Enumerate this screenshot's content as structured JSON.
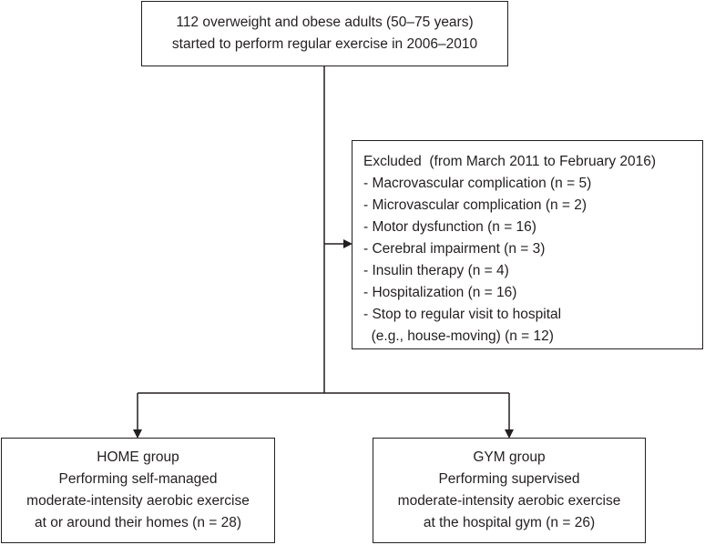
{
  "top_box": {
    "lines": [
      "112 overweight and obese adults (50–75 years)",
      "started to perform regular exercise in 2006–2010"
    ]
  },
  "excluded_box": {
    "title": "Excluded  (from March 2011 to February 2016)",
    "items": [
      "- Macrovascular complication (n = 5)",
      "- Microvascular complication (n = 2)",
      "- Motor dysfunction (n = 16)",
      "- Cerebral impairment (n = 3)",
      "- Insulin therapy (n = 4)",
      "- Hospitalization (n = 16)",
      "- Stop to regular visit to hospital",
      "  (e.g., house-moving) (n = 12)"
    ]
  },
  "home_box": {
    "lines": [
      "HOME group",
      "Performing self-managed",
      "moderate-intensity aerobic exercise",
      "at or around their homes (n = 28)"
    ]
  },
  "gym_box": {
    "lines": [
      "GYM group",
      "Performing supervised",
      "moderate-intensity aerobic exercise",
      "at the hospital gym (n = 26)"
    ]
  },
  "colors": {
    "stroke": "#231f20",
    "background": "#ffffff"
  }
}
